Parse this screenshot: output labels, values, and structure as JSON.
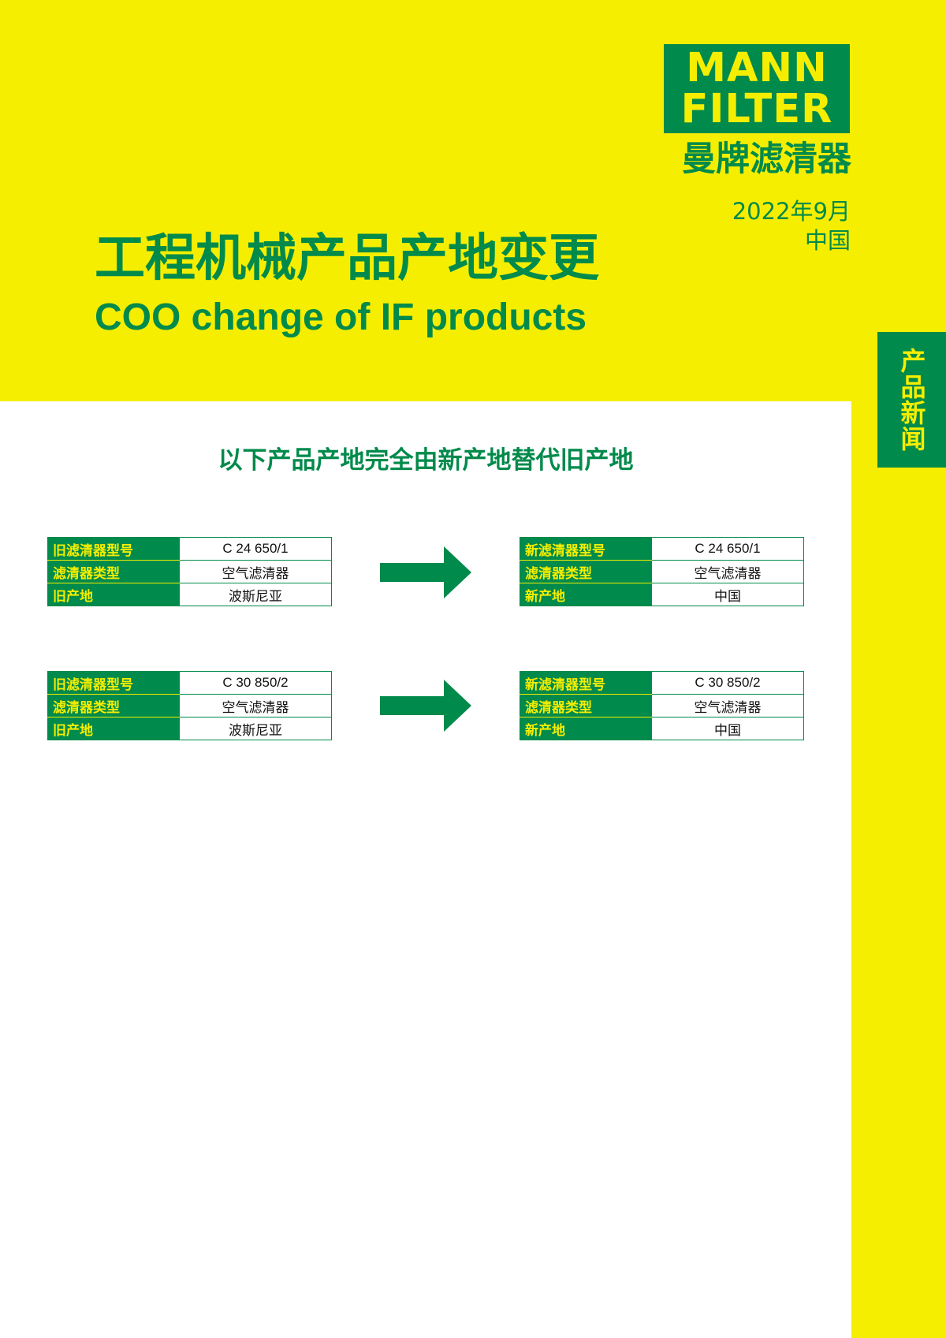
{
  "brand": {
    "logo_line1": "MANN",
    "logo_line2": "FILTER",
    "name_cn": "曼牌滤清器"
  },
  "header": {
    "date": "2022年9月",
    "region": "中国",
    "title_cn": "工程机械产品产地变更",
    "title_en": "COO change of IF products"
  },
  "side_tab": "产品新闻",
  "subtitle": "以下产品产地完全由新产地替代旧产地",
  "changes": [
    {
      "old": [
        {
          "label": "旧滤清器型号",
          "value": "C 24 650/1"
        },
        {
          "label": "滤清器类型",
          "value": "空气滤清器"
        },
        {
          "label": "旧产地",
          "value": "波斯尼亚"
        }
      ],
      "new": [
        {
          "label": "新滤清器型号",
          "value": "C 24 650/1"
        },
        {
          "label": "滤清器类型",
          "value": "空气滤清器"
        },
        {
          "label": "新产地",
          "value": "中国"
        }
      ]
    },
    {
      "old": [
        {
          "label": "旧滤清器型号",
          "value": "C 30 850/2"
        },
        {
          "label": "滤清器类型",
          "value": "空气滤清器"
        },
        {
          "label": "旧产地",
          "value": "波斯尼亚"
        }
      ],
      "new": [
        {
          "label": "新滤清器型号",
          "value": "C 30 850/2"
        },
        {
          "label": "滤清器类型",
          "value": "空气滤清器"
        },
        {
          "label": "新产地",
          "value": "中国"
        }
      ]
    }
  ],
  "colors": {
    "brand_green": "#008a4b",
    "brand_yellow": "#f5ee00"
  }
}
